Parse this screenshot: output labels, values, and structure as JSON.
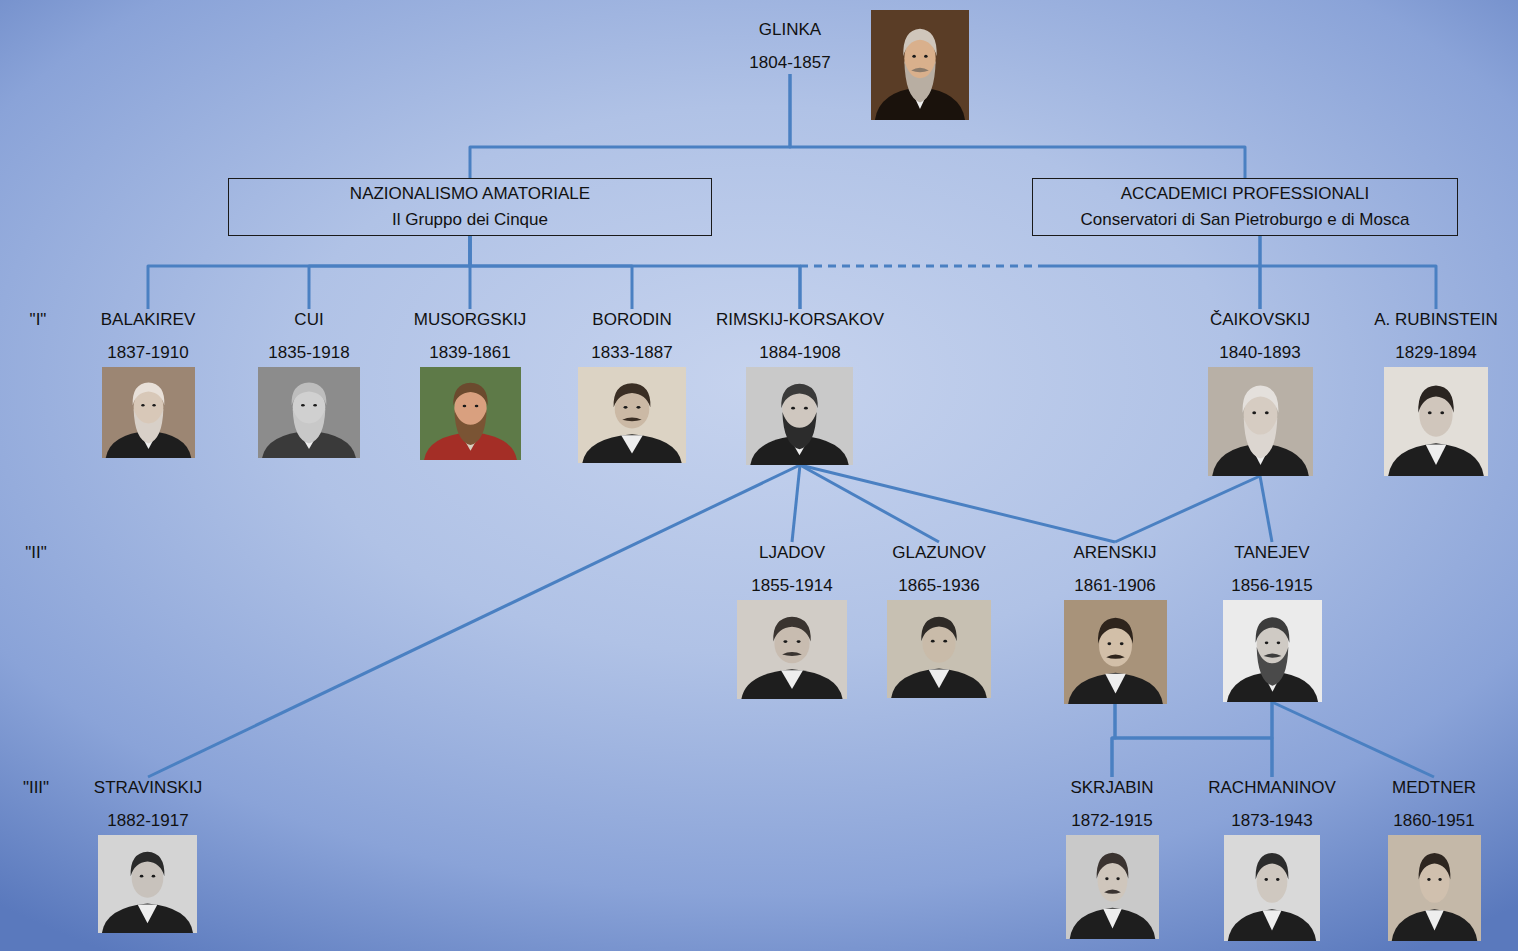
{
  "diagram": {
    "nodes": [
      {
        "text": [
          "GLINKA",
          "1804-1857"
        ]
      },
      {
        "text": [
          "NAZIONALISMO AMATORIALE",
          "Il Gruppo dei Cinque"
        ]
      },
      {
        "text": [
          "ACCADEMICI PROFESSIONALI",
          "Conservatori di San Pietroburgo e di Mosca"
        ]
      },
      {
        "text": [
          "BALAKIREV",
          "1837-1910"
        ]
      },
      {
        "text": [
          "CUI",
          "1835-1918"
        ]
      },
      {
        "text": [
          "MUSORGSKIJ",
          "1839-1861"
        ]
      },
      {
        "text": [
          "BORODIN",
          "1833-1887"
        ]
      },
      {
        "text": [
          "RIMSKIJ-KORSAKOV",
          "1884-1908"
        ]
      },
      {
        "text": [
          "ČAIKOVSKIJ",
          "1840-1893"
        ]
      },
      {
        "text": [
          "A. RUBINSTEIN",
          "1829-1894"
        ]
      },
      {
        "text": [
          "LJADOV",
          "1855-1914"
        ]
      },
      {
        "text": [
          "GLAZUNOV",
          "1865-1936"
        ]
      },
      {
        "text": [
          "ARENSKIJ",
          "1861-1906"
        ]
      },
      {
        "text": [
          "TANEJEV",
          "1856-1915"
        ]
      },
      {
        "text": [
          "STRAVINSKIJ",
          "1882-1917"
        ]
      },
      {
        "text": [
          "SKRJABIN",
          "1872-1915"
        ]
      },
      {
        "text": [
          "RACHMANINOV",
          "1873-1943"
        ]
      },
      {
        "text": [
          "MEDTNER",
          "1860-1951"
        ]
      }
    ],
    "edges": [
      {
        "from": 0,
        "to": 1,
        "arrow": "none"
      },
      {
        "from": 0,
        "to": 2,
        "arrow": "none"
      },
      {
        "from": 1,
        "to": 3,
        "arrow": "none"
      },
      {
        "from": 1,
        "to": 4,
        "arrow": "none"
      },
      {
        "from": 1,
        "to": 5,
        "arrow": "none"
      },
      {
        "from": 1,
        "to": 6,
        "arrow": "none"
      },
      {
        "from": 1,
        "to": 7,
        "arrow": "none"
      },
      {
        "from": 7,
        "to": 8,
        "arrow": "none"
      },
      {
        "from": 2,
        "to": 8,
        "arrow": "none"
      },
      {
        "from": 2,
        "to": 9,
        "arrow": "none"
      },
      {
        "from": 7,
        "to": 14,
        "arrow": "none"
      },
      {
        "from": 7,
        "to": 10,
        "arrow": "none"
      },
      {
        "from": 7,
        "to": 11,
        "arrow": "none"
      },
      {
        "from": 7,
        "to": 12,
        "arrow": "none"
      },
      {
        "from": 8,
        "to": 12,
        "arrow": "none"
      },
      {
        "from": 8,
        "to": 13,
        "arrow": "none"
      },
      {
        "from": 12,
        "to": 15,
        "arrow": "none"
      },
      {
        "from": 12,
        "to": 16,
        "arrow": "none"
      },
      {
        "from": 13,
        "to": 15,
        "arrow": "none"
      },
      {
        "from": 13,
        "to": 16,
        "arrow": "none"
      },
      {
        "from": 13,
        "to": 17,
        "arrow": "none"
      }
    ],
    "labels": [
      "\"I\"",
      "\"II\"",
      "\"III\""
    ]
  }
}
